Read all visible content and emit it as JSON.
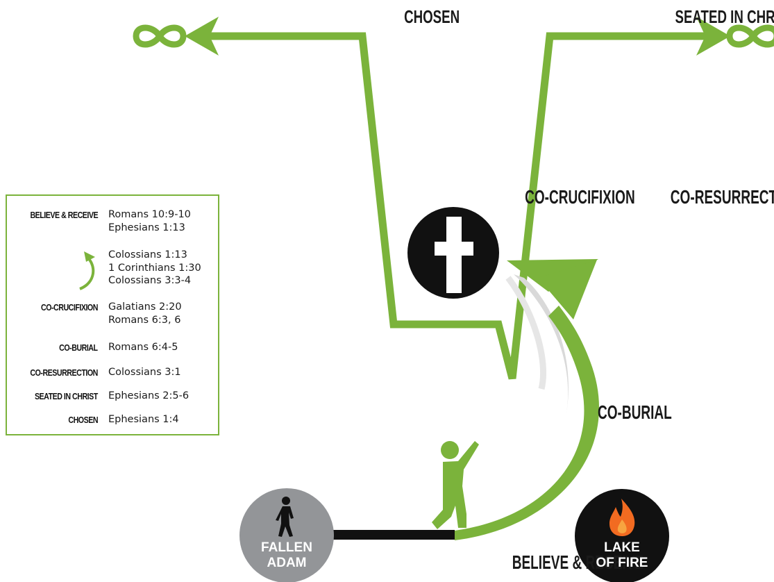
{
  "colors": {
    "green": "#7bb33b",
    "grey": "#939598",
    "black": "#111111",
    "flame": "#f26b21"
  },
  "labels": {
    "chosen": "CHOSEN",
    "seated": "SEATED IN CHRIST",
    "co_crucifixion": "CO-CRUCIFIXION",
    "co_resurrection": "CO-RESURRECTION",
    "co_burial": "CO-BURIAL",
    "believe_receive": "BELIEVE & RECEIVE"
  },
  "nodes": {
    "fallen_adam": [
      "FALLEN",
      "ADAM"
    ],
    "lake_of_fire": [
      "LAKE",
      "OF FIRE"
    ]
  },
  "icons": [
    "infinity-icon",
    "cross-icon",
    "walking-person-icon",
    "raising-hands-person-icon",
    "flame-icon",
    "curved-arrow-icon"
  ],
  "legend": [
    {
      "key": "BELIEVE & RECEIVE",
      "refs": [
        "Romans 10:9-10",
        "Ephesians 1:13"
      ]
    },
    {
      "key": "",
      "icon": "curved-arrow-icon",
      "refs": [
        "Colossians 1:13",
        "1 Corinthians 1:30",
        "Colossians 3:3-4"
      ]
    },
    {
      "key": "CO-CRUCIFIXION",
      "refs": [
        "Galatians 2:20",
        "Romans 6:3, 6"
      ]
    },
    {
      "key": "CO-BURIAL",
      "refs": [
        "Romans 6:4-5"
      ]
    },
    {
      "key": "CO-RESURRECTION",
      "refs": [
        "Colossians 3:1"
      ]
    },
    {
      "key": "SEATED IN CHRIST",
      "refs": [
        "Ephesians 2:5-6"
      ]
    },
    {
      "key": "CHOSEN",
      "refs": [
        "Ephesians 1:4"
      ]
    }
  ]
}
